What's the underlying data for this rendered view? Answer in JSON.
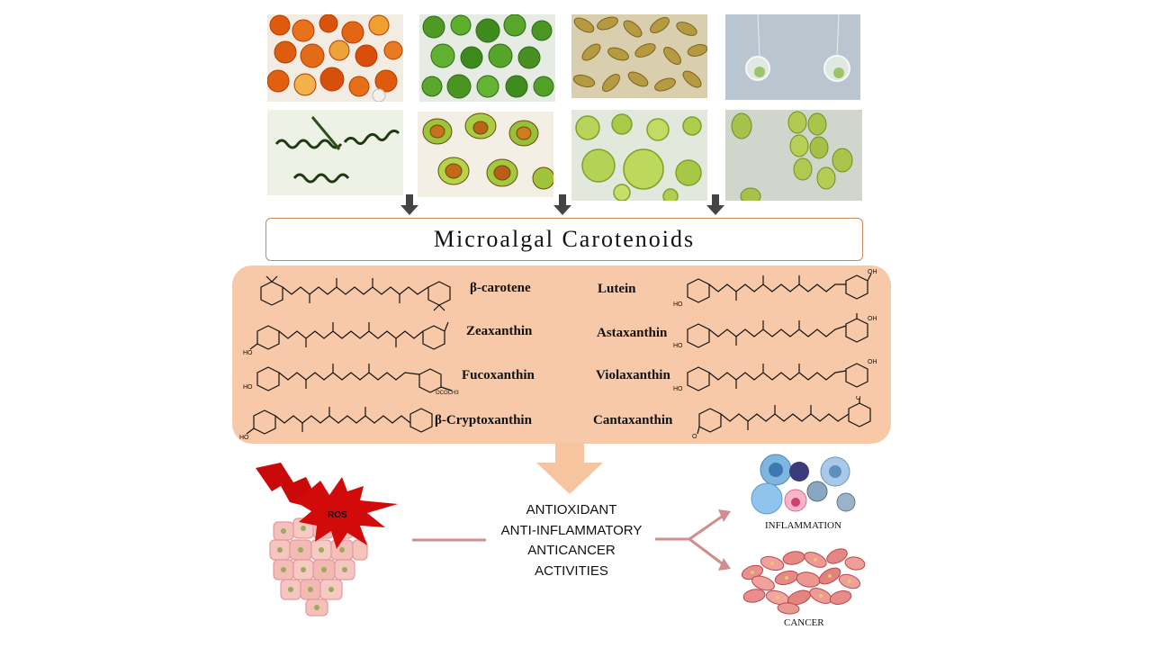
{
  "title": "Microalgal Carotenoids",
  "carotenoids": {
    "left": [
      "β-carotene",
      "Zeaxanthin",
      "Fucoxanthin",
      "β-Cryptoxanthin"
    ],
    "right": [
      "Lutein",
      "Astaxanthin",
      "Violaxanthin",
      "Cantaxanthin"
    ]
  },
  "activities": [
    "ANTIOXIDANT",
    "ANTI-INFLAMMATORY",
    "ANTICANCER",
    "ACTIVITIES"
  ],
  "ros_label": "ROS",
  "outcomes": {
    "inflammation": "INFLAMMATION",
    "cancer": "CANCER"
  },
  "colors": {
    "panel": "#f8c9a8",
    "panel_arrow": "#f6c49f",
    "title_border": "#c9885a",
    "flow_arrow": "#cf8d8d",
    "ros_burst": "#d20a0a"
  }
}
